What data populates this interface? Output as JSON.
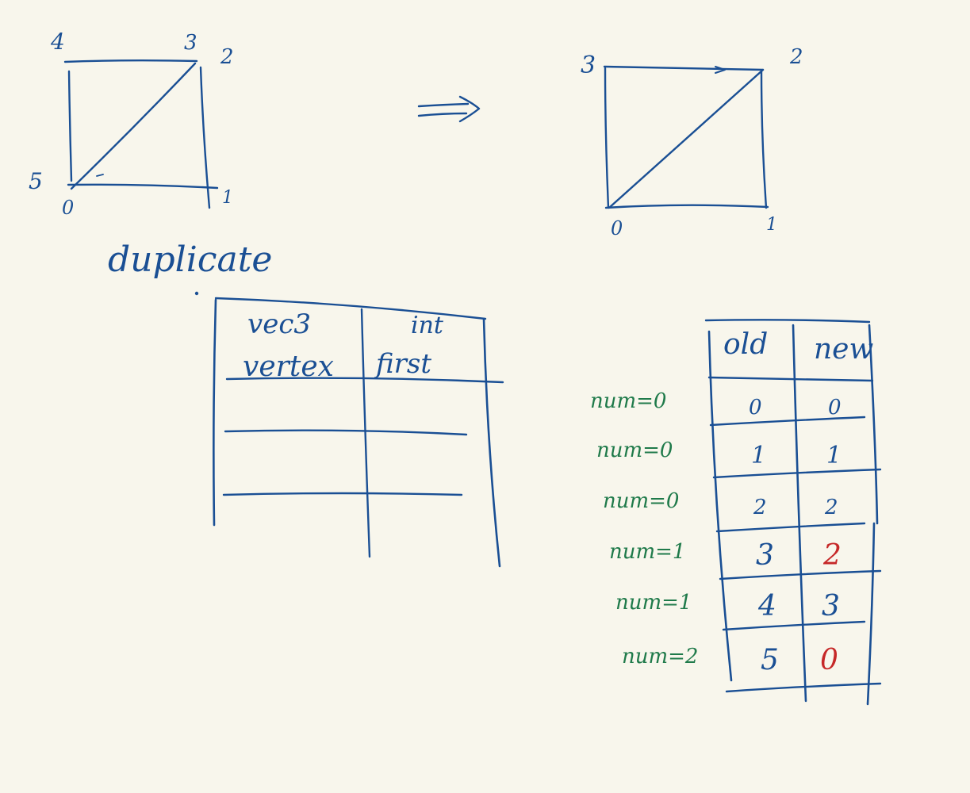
{
  "colors": {
    "ink": "#1a4f94",
    "green": "#1f7a4a",
    "red": "#c62828",
    "paper": "#f8f6ec"
  },
  "left_square": {
    "labels": {
      "tl": "4",
      "tm": "3",
      "tr": "2",
      "bl_side": "5",
      "bl": "0",
      "br": "1"
    }
  },
  "arrow_icon": "double-arrow-right-icon",
  "right_square": {
    "labels": {
      "tl": "3",
      "tr": "2",
      "bl": "0",
      "br": "1"
    }
  },
  "caption": "duplicate",
  "struct_table": {
    "headers": [
      {
        "line1": "vec3",
        "line2": "vertex"
      },
      {
        "line1": "int",
        "line2": "first"
      }
    ]
  },
  "mapping_table": {
    "headers": [
      "old",
      "new"
    ],
    "rows": [
      {
        "num": "num=0",
        "old": "0",
        "new": "0",
        "new_highlight": false
      },
      {
        "num": "num=0",
        "old": "1",
        "new": "1",
        "new_highlight": false
      },
      {
        "num": "num=0",
        "old": "2",
        "new": "2",
        "new_highlight": false
      },
      {
        "num": "num=1",
        "old": "3",
        "new": "2",
        "new_highlight": true
      },
      {
        "num": "num=1",
        "old": "4",
        "new": "3",
        "new_highlight": false
      },
      {
        "num": "num=2",
        "old": "5",
        "new": "0",
        "new_highlight": true
      }
    ]
  }
}
